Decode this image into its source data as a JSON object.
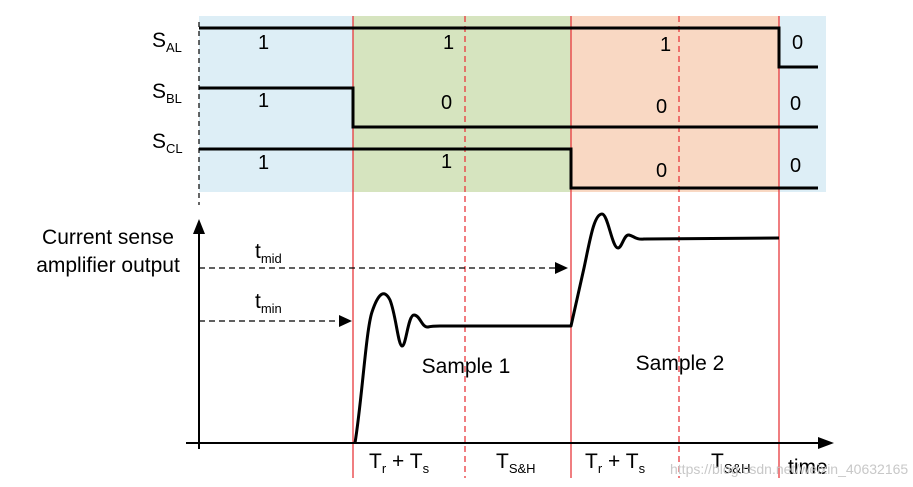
{
  "colors": {
    "blue": "#ddeef6",
    "green": "#d6e4bf",
    "orange": "#f9d8c3",
    "redline": "#e8383d",
    "black": "#000000",
    "watermark": "#c8c8c8"
  },
  "signals": [
    {
      "name": "S",
      "sub": "AL",
      "values": [
        "1",
        "1",
        "1",
        "0"
      ]
    },
    {
      "name": "S",
      "sub": "BL",
      "values": [
        "1",
        "0",
        "0",
        "0"
      ]
    },
    {
      "name": "S",
      "sub": "CL",
      "values": [
        "1",
        "1",
        "0",
        "0"
      ]
    }
  ],
  "ylabel": [
    "Current sense",
    "amplifier output"
  ],
  "levels": [
    {
      "name": "t",
      "sub": "mid"
    },
    {
      "name": "t",
      "sub": "min"
    }
  ],
  "samples": [
    "Sample 1",
    "Sample 2"
  ],
  "phases": [
    {
      "main": "T",
      "sub1": "r",
      "mid": " + T",
      "sub2": "s"
    },
    {
      "main": "T",
      "sub1": "S&H",
      "mid": "",
      "sub2": ""
    },
    {
      "main": "T",
      "sub1": "r",
      "mid": " + T",
      "sub2": "s"
    },
    {
      "main": "T",
      "sub1": "S&H",
      "mid": "",
      "sub2": ""
    }
  ],
  "xlabel": "time",
  "watermark": "https://blog.csdn.net/weixin_40632165"
}
